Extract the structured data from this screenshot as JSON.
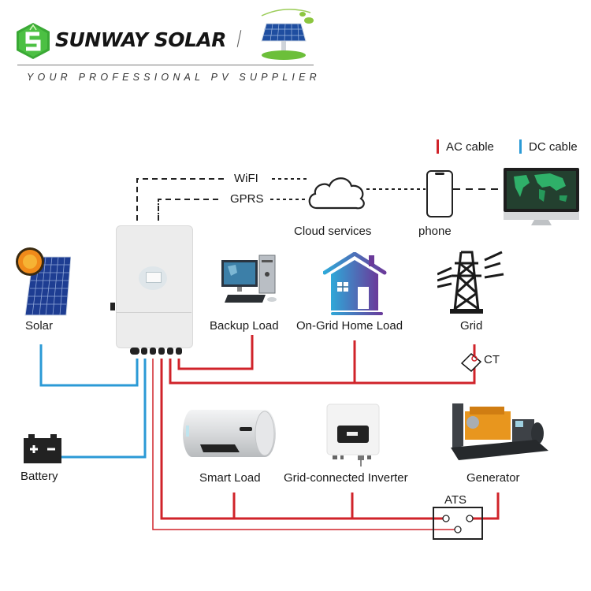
{
  "header": {
    "brand": "SUNWAY SOLAR",
    "tagline": "YOUR PROFESSIONAL PV SUPPLIER"
  },
  "legend": {
    "ac_label": "AC cable",
    "dc_label": "DC cable",
    "ac_color": "#d0232a",
    "dc_color": "#2b9ad6"
  },
  "communication": {
    "wifi": "WiFI",
    "gprs": "GPRS",
    "cloud": "Cloud services",
    "phone": "phone"
  },
  "components": {
    "solar": "Solar",
    "battery": "Battery",
    "backup_load": "Backup Load",
    "on_grid_home_load": "On-Grid Home Load",
    "grid": "Grid",
    "ct": "CT",
    "smart_load": "Smart Load",
    "grid_connected_inverter": "Grid-connected Inverter",
    "generator": "Generator",
    "ats": "ATS"
  },
  "colors": {
    "brand_green": "#3aa935",
    "house_gradient_start": "#2fa8d8",
    "house_gradient_end": "#6a3a9a",
    "generator_orange": "#e8961e"
  }
}
